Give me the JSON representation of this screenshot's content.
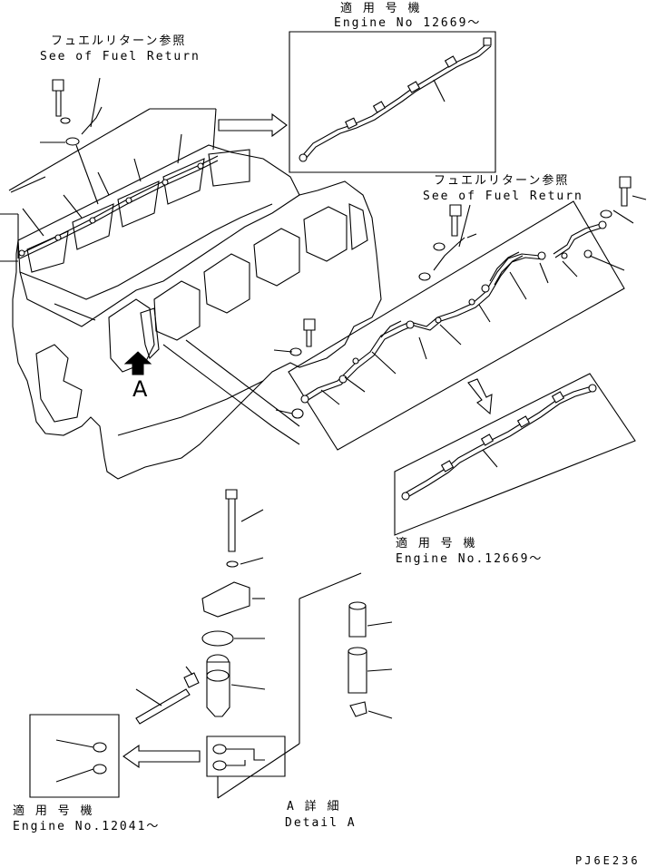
{
  "labels": {
    "fuel_return_jp_1": "フュエルリターン参照",
    "fuel_return_en_1": "See of Fuel Return",
    "engine_jp_1": "適 用 号 機",
    "engine_en_1": "Engine No 12669～",
    "fuel_return_jp_2": "フュエルリターン参照",
    "fuel_return_en_2": "See of Fuel Return",
    "engine_jp_2": "適 用 号 機",
    "engine_en_2": "Engine No.12669～",
    "view_letter": "A",
    "detail_jp": "A 詳 細",
    "detail_en": "Detail A",
    "engine_jp_3": "適 用 号 機",
    "engine_en_3": "Engine No.12041～",
    "drawing_code": "PJ6E236"
  }
}
